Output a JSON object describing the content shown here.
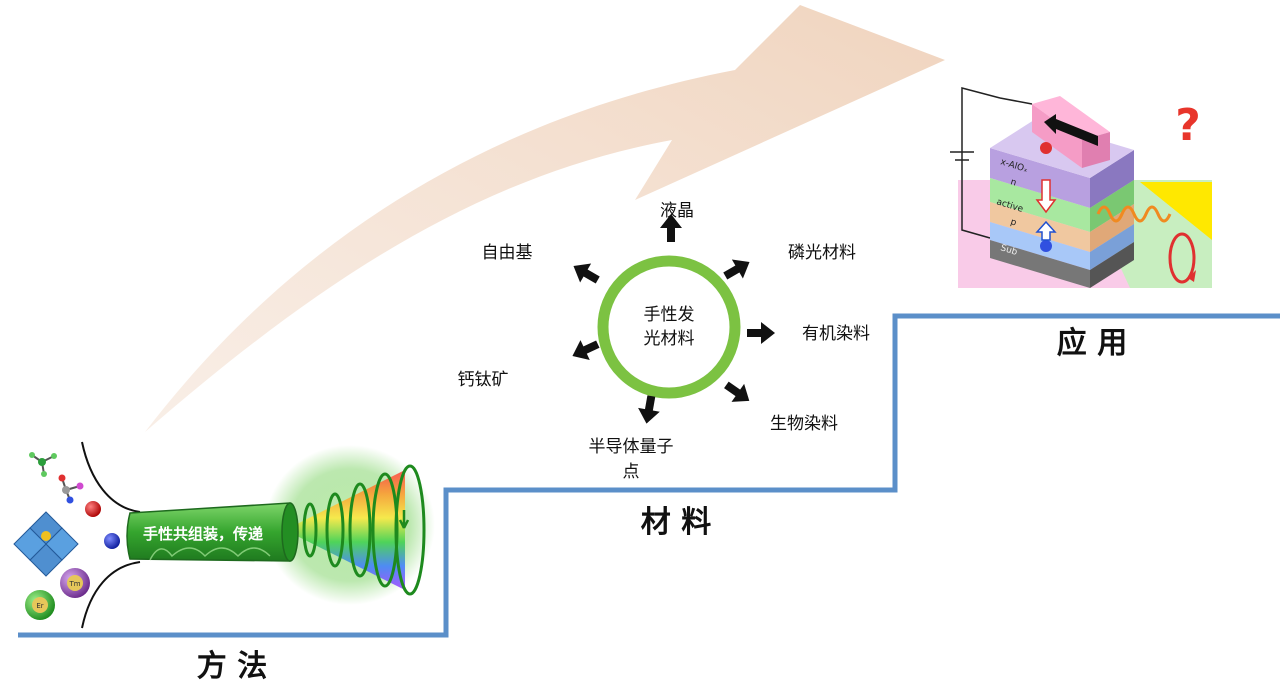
{
  "sections": {
    "method": "方 法",
    "materials": "材 料",
    "application": "应 用"
  },
  "hub": {
    "line1": "手性发",
    "line2": "光材料"
  },
  "materials": [
    {
      "id": "liquid-crystal",
      "label": "液晶"
    },
    {
      "id": "phosphorescent",
      "label": "磷光材料"
    },
    {
      "id": "organic-dye",
      "label": "有机染料"
    },
    {
      "id": "bio-dye",
      "label": "生物染料"
    },
    {
      "id": "qd",
      "label_line1": "半导体量子",
      "label_line2": "点"
    },
    {
      "id": "perovskite",
      "label": "钙钛矿"
    },
    {
      "id": "radical",
      "label": "自由基"
    }
  ],
  "method_tube": {
    "label": "手性共组装，传递"
  },
  "molecules": {
    "er": "Er",
    "tm": "Tm"
  },
  "device": {
    "question": "?",
    "layers": {
      "x_alo": "x-AlOₓ",
      "n": "n",
      "active": "active",
      "p": "p",
      "sub": "Sub"
    }
  },
  "colors": {
    "staircase": "#5b8fc9",
    "hub_ring": "#7cc242",
    "big_arrow": "#f2dccb",
    "question": "#e8352b"
  }
}
